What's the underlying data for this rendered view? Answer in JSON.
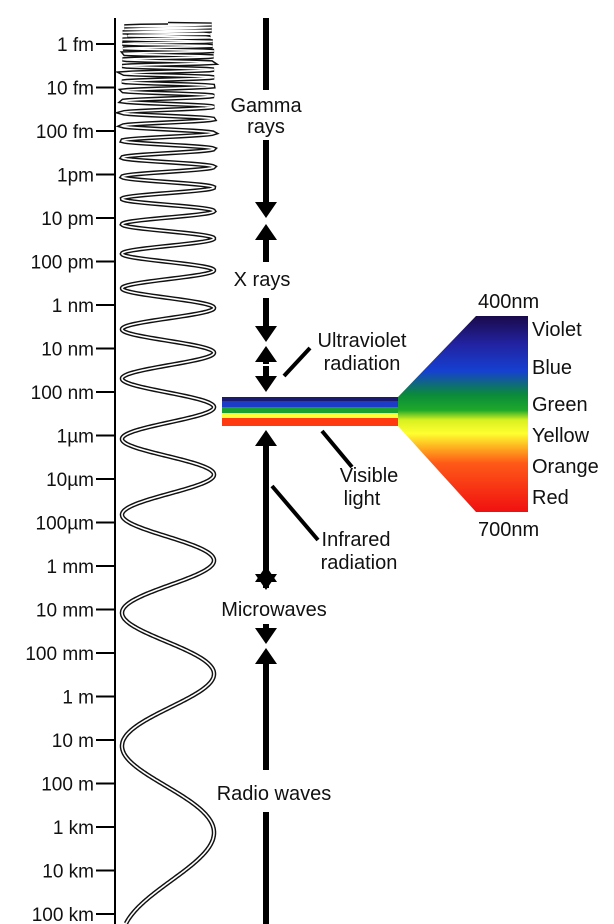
{
  "scale_labels": [
    "1 fm",
    "10 fm",
    "100 fm",
    "1pm",
    "10 pm",
    "100 pm",
    "1 nm",
    "10 nm",
    "100 nm",
    "1µm",
    "10µm",
    "100µm",
    "1 mm",
    "10 mm",
    "100 mm",
    "1 m",
    "10 m",
    "100 m",
    "1 km",
    "10 km",
    "100 km"
  ],
  "bands": {
    "gamma": [
      "Gamma",
      "rays"
    ],
    "xray": [
      "X rays"
    ],
    "uv": [
      "Ultraviolet",
      "radiation"
    ],
    "visible": [
      "Visible",
      "light"
    ],
    "ir": [
      "Infrared",
      "radiation"
    ],
    "micro": [
      "Microwaves"
    ],
    "radio": [
      "Radio waves"
    ]
  },
  "spectrum": {
    "top_label": "400nm",
    "bottom_label": "700nm",
    "colors": [
      "Violet",
      "Blue",
      "Green",
      "Yellow",
      "Orange",
      "Red"
    ]
  }
}
